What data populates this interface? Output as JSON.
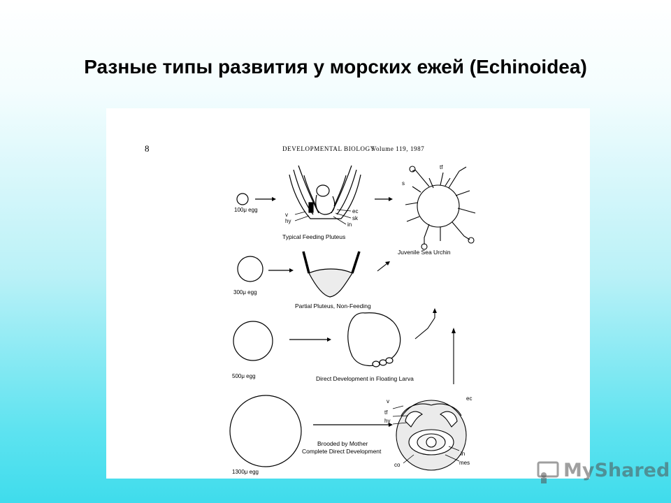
{
  "slide": {
    "title": "Разные типы развития у морских ежей (Echinoidea)"
  },
  "figure": {
    "page_number": "8",
    "header_journal": "Developmental Biology",
    "header_volume": "Volume 119, 1987",
    "rows": [
      {
        "egg_label": "100μ egg",
        "caption": "Typical Feeding Pluteus",
        "parts": [
          "v",
          "hy",
          "ec",
          "sk",
          "in"
        ]
      },
      {
        "egg_label": "300μ egg",
        "caption": "Partial Pluteus, Non-Feeding"
      },
      {
        "egg_label": "500μ egg",
        "caption": "Direct Development in Floating Larva"
      },
      {
        "egg_label": "1300μ egg",
        "caption_line1": "Brooded by Mother",
        "caption_line2": "Complete Direct Development",
        "parts": [
          "v",
          "tf",
          "hy",
          "ec",
          "in",
          "mes",
          "co"
        ]
      }
    ],
    "juvenile": {
      "label": "Juvenile Sea Urchin",
      "parts": [
        "tf",
        "s"
      ]
    }
  },
  "watermark": {
    "text": "MyShared",
    "icon": "teacher-at-board-icon"
  }
}
